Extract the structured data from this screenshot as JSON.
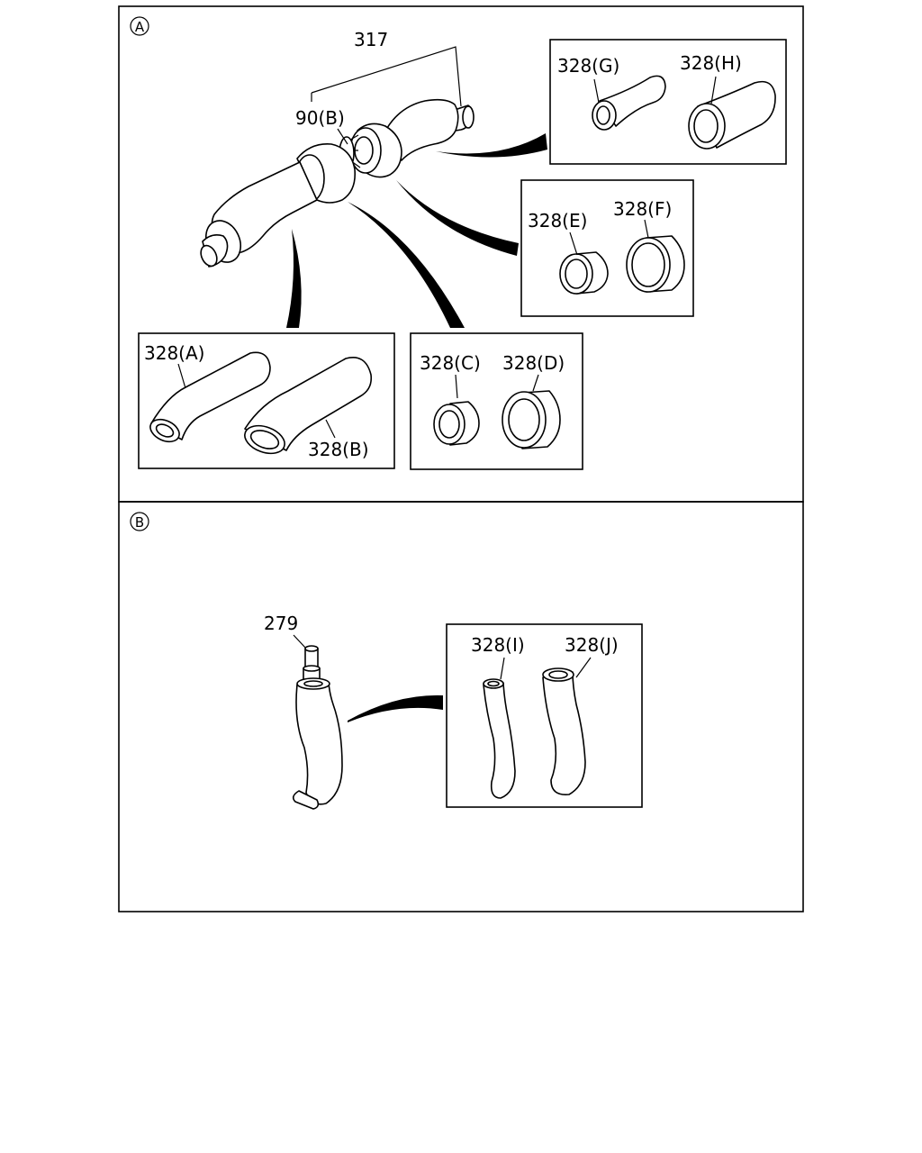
{
  "sections": {
    "a": {
      "marker": "A"
    },
    "b": {
      "marker": "B"
    }
  },
  "labels": {
    "assembly": "317",
    "clamp": "90(B)",
    "p328a": "328(A)",
    "p328b": "328(B)",
    "p328c": "328(C)",
    "p328d": "328(D)",
    "p328e": "328(E)",
    "p328f": "328(F)",
    "p328g": "328(G)",
    "p328h": "328(H)",
    "pipe": "279",
    "p328i": "328(I)",
    "p328j": "328(J)"
  }
}
